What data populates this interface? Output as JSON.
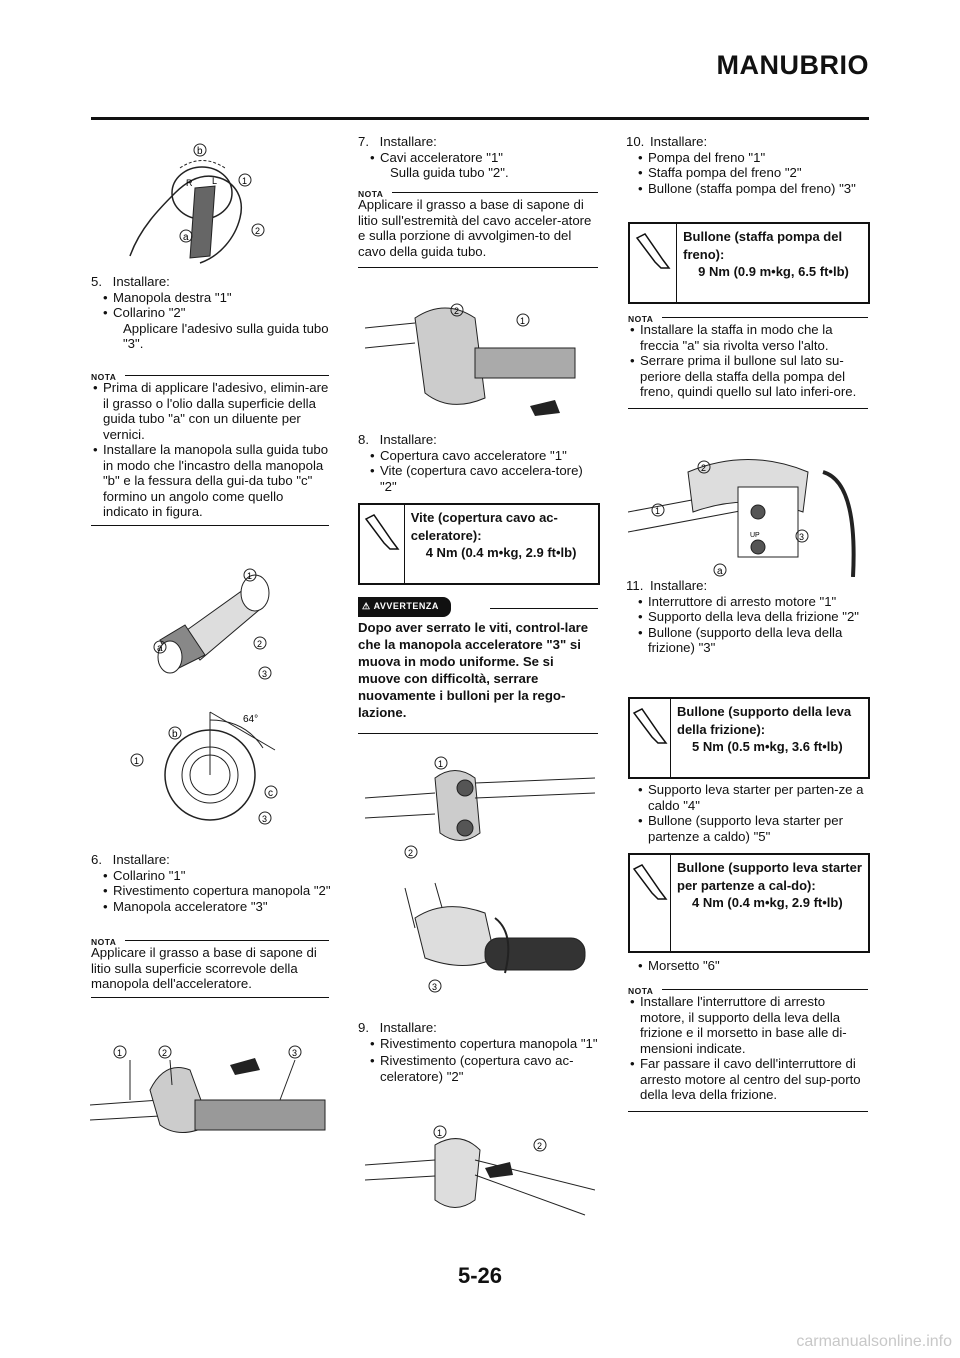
{
  "header": {
    "title": "MANUBRIO"
  },
  "page_number": "5-26",
  "footer": "carmanualsonline.info",
  "col1": {
    "step5": {
      "num": "5.",
      "label": "Installare:",
      "items": [
        "Manopola destra \"1\"",
        "Collarino \"2\""
      ],
      "sub": "Applicare l'adesivo sulla guida tubo \"3\"."
    },
    "nota1": {
      "head": "NOTA",
      "items": [
        "Prima di applicare l'adesivo, elimin-are il grasso o l'olio dalla superficie della guida tubo \"a\" con un diluente per vernici.",
        "Installare la manopola sulla guida tubo in modo che l'incastro della manopola \"b\" e la fessura della gui-da tubo \"c\" formino un angolo come quello indicato in figura."
      ]
    },
    "step6": {
      "num": "6.",
      "label": "Installare:",
      "items": [
        "Collarino \"1\"",
        "Rivestimento copertura manopola \"2\"",
        "Manopola acceleratore \"3\""
      ]
    },
    "nota2": {
      "head": "NOTA",
      "text": "Applicare il grasso a base di sapone di litio sulla superficie scorrevole della manopola dell'acceleratore."
    },
    "fig_angle": "64°"
  },
  "col2": {
    "step7": {
      "num": "7.",
      "label": "Installare:",
      "items": [
        "Cavi acceleratore \"1\""
      ],
      "sub": "Sulla guida tubo \"2\"."
    },
    "nota3": {
      "head": "NOTA",
      "text": "Applicare il grasso a base di sapone di litio sull'estremità del cavo acceler-atore e sulla porzione di avvolgimen-to del cavo della guida tubo."
    },
    "step8": {
      "num": "8.",
      "label": "Installare:",
      "items": [
        "Copertura cavo acceleratore \"1\"",
        "Vite (copertura cavo accelera-tore) \"2\""
      ]
    },
    "torque1": {
      "name": "Vite (copertura cavo ac-celeratore):",
      "value": "4 Nm (0.4 m•kg, 2.9 ft•lb)"
    },
    "warning": {
      "badge": "AVVERTENZA",
      "text": "Dopo aver serrato le viti, control-lare che la manopola acceleratore \"3\" si muova in modo uniforme. Se si muove con difficoltà, serrare nuovamente i bulloni per la rego-lazione."
    },
    "step9": {
      "num": "9.",
      "label": "Installare:",
      "items": [
        "Rivestimento copertura manopola \"1\"",
        "Rivestimento (copertura cavo ac-celeratore) \"2\""
      ]
    }
  },
  "col3": {
    "step10": {
      "num": "10.",
      "label": "Installare:",
      "items": [
        "Pompa del freno \"1\"",
        "Staffa pompa del freno \"2\"",
        "Bullone (staffa pompa del freno) \"3\""
      ]
    },
    "torque2": {
      "name": "Bullone (staffa pompa del freno):",
      "value": "9 Nm (0.9 m•kg, 6.5 ft•lb)"
    },
    "nota4": {
      "head": "NOTA",
      "items": [
        "Installare la staffa in modo che la freccia \"a\" sia rivolta verso l'alto.",
        "Serrare prima il bullone sul lato su-periore della staffa della pompa del freno, quindi quello sul lato inferi-ore."
      ]
    },
    "step11": {
      "num": "11.",
      "label": "Installare:",
      "items": [
        "Interruttore di arresto motore \"1\"",
        "Supporto della leva della frizione \"2\"",
        "Bullone (supporto della leva della frizione) \"3\""
      ]
    },
    "torque3": {
      "name": "Bullone (supporto della leva della frizione):",
      "value": "5 Nm (0.5 m•kg, 3.6 ft•lb)"
    },
    "items_b": [
      "Supporto leva starter per parten-ze a caldo \"4\"",
      "Bullone (supporto leva starter per partenze a caldo) \"5\""
    ],
    "torque4": {
      "name": "Bullone (supporto leva starter per partenze a cal-do):",
      "value": "4 Nm (0.4 m•kg, 2.9 ft•lb)"
    },
    "items_c": [
      "Morsetto \"6\""
    ],
    "nota5": {
      "head": "NOTA",
      "items": [
        "Installare l'interruttore di arresto motore, il supporto della leva della frizione e il morsetto in base alle di-mensioni indicate.",
        "Far passare il cavo dell'interruttore di arresto motore al centro del sup-porto della leva della frizione."
      ]
    }
  }
}
